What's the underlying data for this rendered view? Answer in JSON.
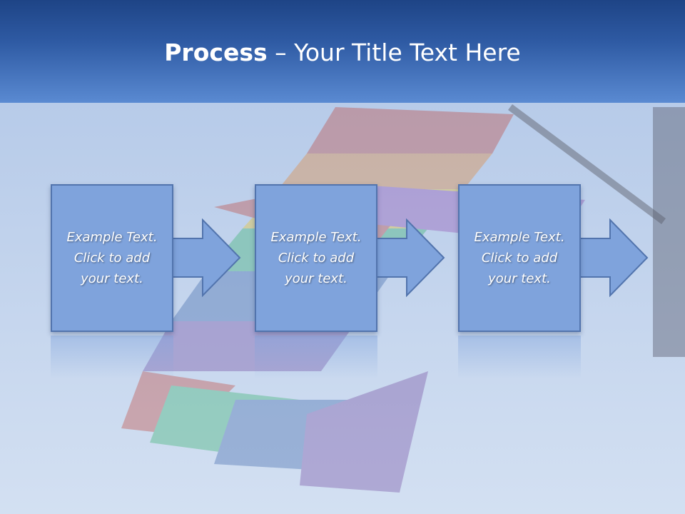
{
  "header": {
    "title_bold": "Process",
    "title_rest": " – Your Title Text Here"
  },
  "steps": [
    {
      "text": "Example Text.\nClick  to add\nyour text."
    },
    {
      "text": "Example Text.\nClick  to add\nyour text."
    },
    {
      "text": "Example Text.\nClick  to add\nyour text."
    }
  ],
  "colors": {
    "header_top": "#1e4486",
    "header_bottom": "#5a8ad2",
    "box_fill": "#7fa3dc",
    "box_border": "#5274ad",
    "background": "#c9d8ee"
  },
  "background_image": "rainbow-flag-photo"
}
